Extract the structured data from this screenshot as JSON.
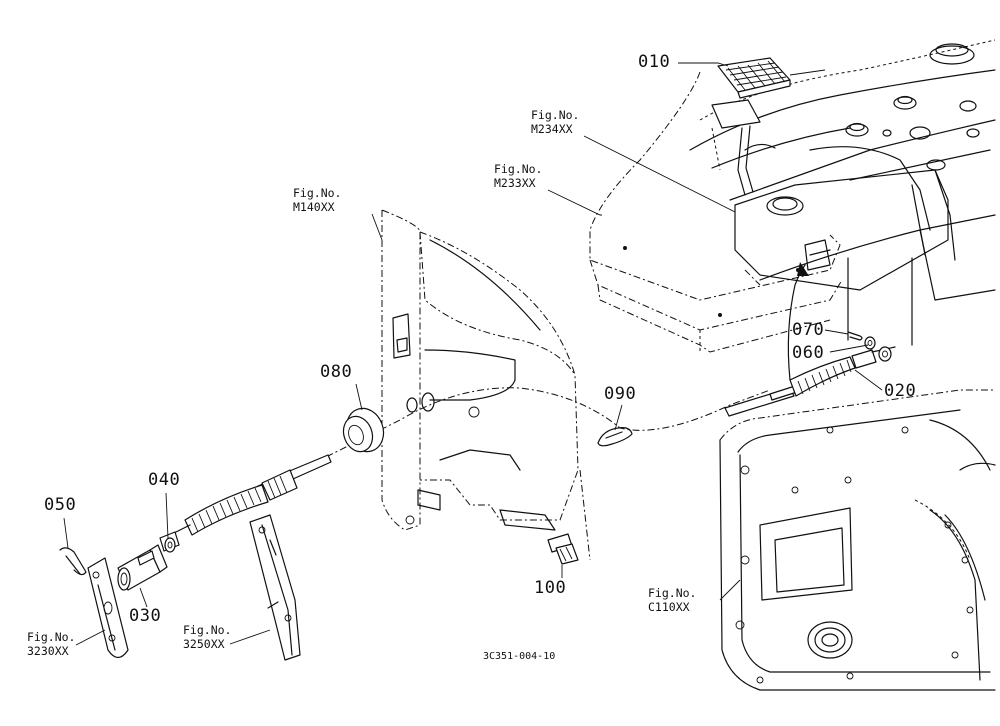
{
  "parts": [
    {
      "id": "p010",
      "number": "010"
    },
    {
      "id": "p020",
      "number": "020"
    },
    {
      "id": "p030",
      "number": "030"
    },
    {
      "id": "p040",
      "number": "040"
    },
    {
      "id": "p050",
      "number": "050"
    },
    {
      "id": "p060",
      "number": "060"
    },
    {
      "id": "p070",
      "number": "070"
    },
    {
      "id": "p080",
      "number": "080"
    },
    {
      "id": "p090",
      "number": "090"
    },
    {
      "id": "p100",
      "number": "100"
    }
  ],
  "figure_refs": [
    {
      "id": "m234",
      "prefix": "Fig.No.",
      "code": "M234XX"
    },
    {
      "id": "m233",
      "prefix": "Fig.No.",
      "code": "M233XX"
    },
    {
      "id": "m140",
      "prefix": "Fig.No.",
      "code": "M140XX"
    },
    {
      "id": "c110",
      "prefix": "Fig.No.",
      "code": "C110XX"
    },
    {
      "id": "3230",
      "prefix": "Fig.No.",
      "code": "3230XX"
    },
    {
      "id": "3250",
      "prefix": "Fig.No.",
      "code": "3250XX"
    }
  ],
  "drawing_code": "3C351-004-10"
}
